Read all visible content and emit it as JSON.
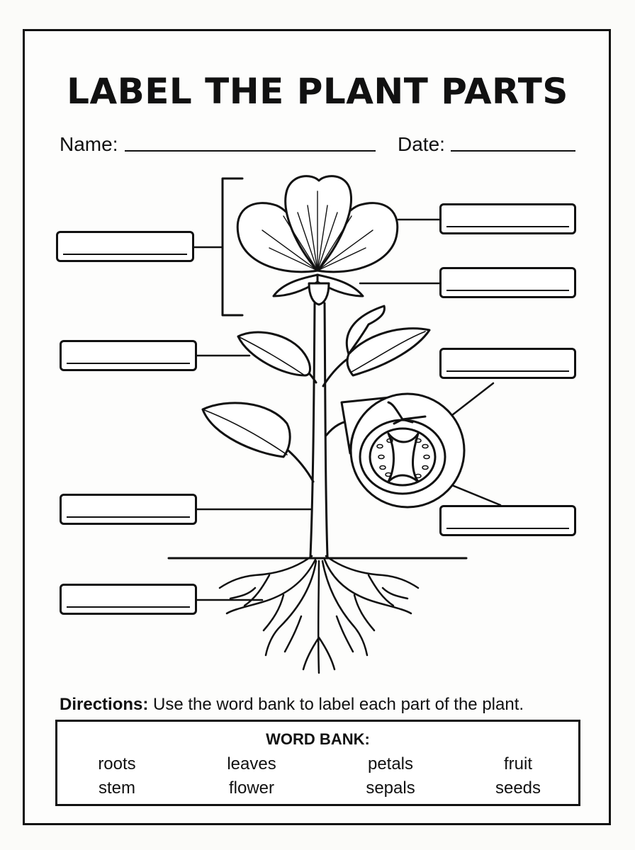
{
  "title": "LABEL THE PLANT PARTS",
  "name_label": "Name:",
  "date_label": "Date:",
  "directions": {
    "lead": "Directions:",
    "text": " Use the word bank to label each part of the plant."
  },
  "word_bank": {
    "title": "WORD BANK:",
    "words": [
      "roots",
      "leaves",
      "petals",
      "fruit",
      "stem",
      "flower",
      "sepals",
      "seeds"
    ]
  },
  "label_box_count": 8
}
